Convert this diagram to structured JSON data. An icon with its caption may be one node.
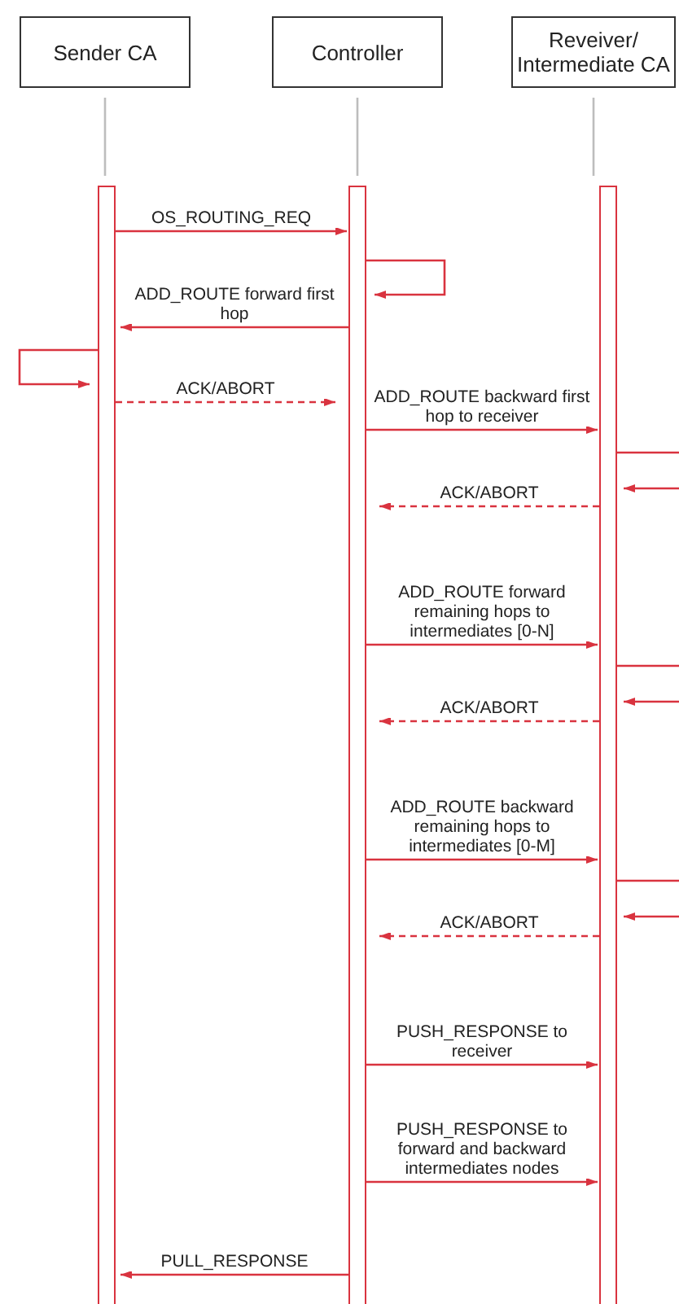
{
  "diagram": {
    "nodes": [
      {
        "text": [
          "Sender CA"
        ]
      },
      {
        "text": [
          "Controller"
        ]
      },
      {
        "text": [
          "Reveiver/ Intermediate CA"
        ]
      },
      {
        "text": [],
        "shape": "bar"
      },
      {
        "text": [],
        "shape": "bar"
      },
      {
        "text": [],
        "shape": "bar"
      }
    ],
    "edges": [
      {
        "from": 0,
        "to": 3,
        "arrow": "none",
        "color": "#bdbdbd"
      },
      {
        "from": 1,
        "to": 4,
        "arrow": "none",
        "color": "#bdbdbd"
      },
      {
        "from": 2,
        "to": 5,
        "arrow": "none",
        "color": "#bdbdbd"
      },
      {
        "from": 3,
        "to": 4,
        "arrow": "to",
        "label": "OS_ROUTING_REQ"
      },
      {
        "from": 4,
        "to": 4,
        "arrow": "to"
      },
      {
        "from": 4,
        "to": 3,
        "arrow": "to",
        "label": "ADD_ROUTE forward first hop"
      },
      {
        "from": 3,
        "to": 3,
        "arrow": "to"
      },
      {
        "from": 3,
        "to": 4,
        "arrow": "to",
        "label": "ACK/ABORT",
        "style": "dashed"
      },
      {
        "from": 4,
        "to": 5,
        "arrow": "to",
        "label": "ADD_ROUTE backward first hop to receiver"
      },
      {
        "from": 5,
        "to": null,
        "arrow": "none"
      },
      {
        "from": null,
        "to": 5,
        "arrow": "to"
      },
      {
        "from": 5,
        "to": 4,
        "arrow": "to",
        "label": "ACK/ABORT",
        "style": "dashed"
      },
      {
        "from": 4,
        "to": 5,
        "arrow": "to",
        "label": "ADD_ROUTE forward remaining hops to intermediates [0-N]"
      },
      {
        "from": 5,
        "to": null,
        "arrow": "none"
      },
      {
        "from": null,
        "to": 5,
        "arrow": "to"
      },
      {
        "from": 5,
        "to": 4,
        "arrow": "to",
        "label": "ACK/ABORT",
        "style": "dashed"
      },
      {
        "from": 4,
        "to": 5,
        "arrow": "to",
        "label": "ADD_ROUTE backward remaining hops to intermediates [0-M]"
      },
      {
        "from": 5,
        "to": null,
        "arrow": "none"
      },
      {
        "from": null,
        "to": 5,
        "arrow": "to"
      },
      {
        "from": 5,
        "to": 4,
        "arrow": "to",
        "label": "ACK/ABORT",
        "style": "dashed"
      },
      {
        "from": 4,
        "to": 5,
        "arrow": "to",
        "label": "PUSH_RESPONSE to receiver"
      },
      {
        "from": 4,
        "to": 5,
        "arrow": "to",
        "label": "PUSH_RESPONSE to forward and backward intermediates nodes"
      },
      {
        "from": 4,
        "to": 3,
        "arrow": "to",
        "label": "PULL_RESPONSE"
      }
    ]
  }
}
